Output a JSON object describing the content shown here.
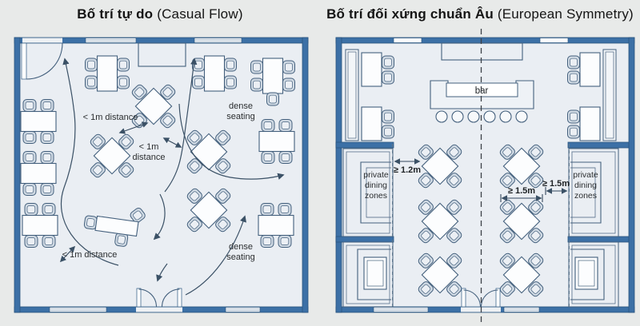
{
  "left_panel": {
    "title_bold": "Bố trí tự do",
    "title_tail": "(Casual Flow)",
    "labels": {
      "distance_top": "< 1m distance",
      "distance_mid_l1": "< 1m",
      "distance_mid_l2": "distance",
      "distance_bottom": "< 1m distance",
      "dense_top_l1": "dense",
      "dense_top_l2": "seating",
      "dense_bottom_l1": "dense",
      "dense_bottom_l2": "seating"
    }
  },
  "right_panel": {
    "title_bold": "Bố trí đối xứng chuẩn Âu",
    "title_tail": "(European Symmetry)",
    "labels": {
      "bar": "bar",
      "private_l1": "private",
      "private_l2": "dining",
      "private_l3": "zones",
      "spacing_aisle": "≥ 1.2m",
      "spacing_tables": "≥ 1.5m",
      "spacing_private": "≥ 1.5m"
    }
  },
  "colors": {
    "wall_blue": "#3c70a6",
    "floor": "#eaeef3",
    "background": "#e8eae9",
    "line_blue": "#44607d",
    "text_dark": "#2b2e30"
  }
}
